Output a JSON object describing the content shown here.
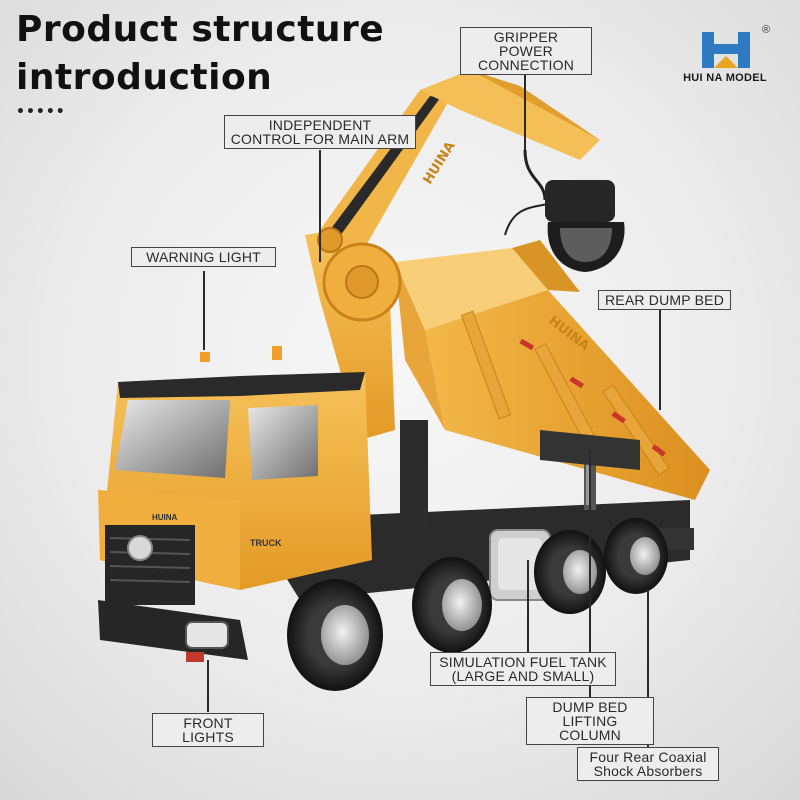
{
  "title": {
    "line1": "Product structure",
    "line2": "introduction",
    "dots": "•••••"
  },
  "brand": {
    "name": "HUI NA MODEL",
    "registered": "®",
    "logo_color": "#2e7ac3",
    "accent_color": "#e8a623"
  },
  "truck_text": {
    "door_badge": "TRUCK",
    "arm_brand": "HUINA",
    "bed_brand": "HUINA",
    "grille_brand": "HUINA"
  },
  "labels": {
    "gripper_power": {
      "line1": "GRIPPER POWER",
      "line2": "CONNECTION"
    },
    "main_arm": {
      "line1": "INDEPENDENT",
      "line2": "CONTROL FOR MAIN ARM"
    },
    "warning_light": {
      "line1": "WARNING LIGHT"
    },
    "rear_dump_bed": {
      "line1": "REAR DUMP BED"
    },
    "fuel_tank": {
      "line1": "SIMULATION FUEL TANK",
      "line2": "(LARGE AND SMALL)"
    },
    "lifting_column": {
      "line1": "DUMP BED",
      "line2": "LIFTING COLUMN"
    },
    "front_lights": {
      "line1": "FRONT LIGHTS"
    },
    "shock_absorbers": {
      "line1": "Four Rear Coaxial",
      "line2": "Shock Absorbers"
    }
  }
}
